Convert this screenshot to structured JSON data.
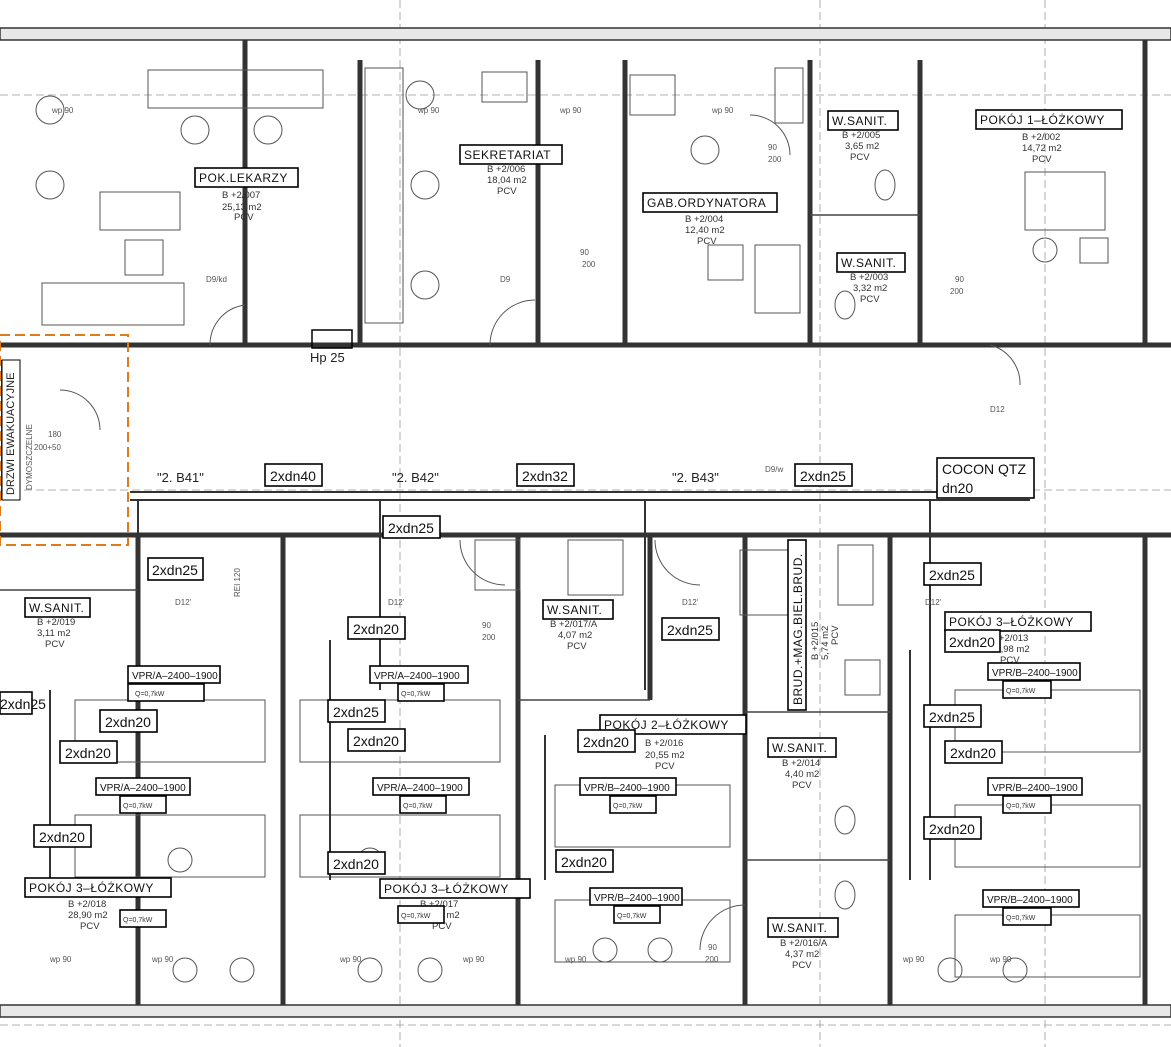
{
  "rooms": [
    {
      "id": "pok-lekarzy",
      "name": "POK.LEKARZY",
      "number": "B +2/007",
      "area": "25,13 m2",
      "floor": "PCV"
    },
    {
      "id": "sekretariat",
      "name": "SEKRETARIAT",
      "number": "B +2/006",
      "area": "18,04 m2",
      "floor": "PCV"
    },
    {
      "id": "gab-ordynatora",
      "name": "GAB.ORDYNATORA",
      "number": "B +2/004",
      "area": "12,40 m2",
      "floor": "PCV"
    },
    {
      "id": "w-sanit-005",
      "name": "W.SANIT.",
      "number": "B +2/005",
      "area": "3,65 m2",
      "floor": "PCV"
    },
    {
      "id": "pokoj-1",
      "name": "POKÓJ 1–ŁÓŻKOWY",
      "number": "B +2/002",
      "area": "14,72 m2",
      "floor": "PCV"
    },
    {
      "id": "w-sanit-003",
      "name": "W.SANIT.",
      "number": "B +2/003",
      "area": "3,32 m2",
      "floor": "PCV"
    },
    {
      "id": "w-sanit-019",
      "name": "W.SANIT.",
      "number": "B +2/019",
      "area": "3,11 m2",
      "floor": "PCV"
    },
    {
      "id": "w-sanit-017a",
      "name": "W.SANIT.",
      "number": "B +2/017/A",
      "area": "4,07 m2",
      "floor": "PCV"
    },
    {
      "id": "brud",
      "name": "BRUD.+MAG.BIEL.BRUD.",
      "number": "B +2/015",
      "area": "5,74 m2",
      "floor": "PCV"
    },
    {
      "id": "pokoj-3-right",
      "name": "POKÓJ 3–ŁÓŻKOWY",
      "number": "B +2/013",
      "area": "28,98 m2",
      "floor": "PCV"
    },
    {
      "id": "pokoj-2",
      "name": "POKÓJ 2–ŁÓŻKOWY",
      "number": "B +2/016",
      "area": "20,55 m2",
      "floor": "PCV"
    },
    {
      "id": "w-sanit-014",
      "name": "W.SANIT.",
      "number": "B +2/014",
      "area": "4,40 m2",
      "floor": "PCV"
    },
    {
      "id": "pokoj-3-left",
      "name": "POKÓJ 3–ŁÓŻKOWY",
      "number": "B +2/018",
      "area": "28,90 m2",
      "floor": "PCV"
    },
    {
      "id": "pokoj-mid",
      "name": "POKÓJ 3–ŁÓŻKOWY",
      "number": "B +2/017",
      "area": "26,37 m2",
      "floor": "PCV"
    },
    {
      "id": "w-sanit-016a",
      "name": "W.SANIT.",
      "number": "B +2/016/A",
      "area": "4,37 m2",
      "floor": "PCV"
    }
  ],
  "risers": [
    "\"2. B41\"",
    "\"2. B42\"",
    "\"2. B43\""
  ],
  "pipe_tags": [
    "2xdn40",
    "2xdn32",
    "2xdn25",
    "2xdn20"
  ],
  "cocon": {
    "line1": "COCON QTZ",
    "line2": "dn20"
  },
  "evac_door": {
    "line1": "DRZWI EWAKUACYJNE",
    "line2": "DYMOSZCZELNE",
    "dim": "180",
    "dim2": "200+50"
  },
  "radiators": {
    "a": "VPR/A–2400–1900",
    "b": "VPR/B–2400–1900",
    "q": "Q=0,7kW"
  },
  "misc": {
    "hp": "Hp 25",
    "rei": "REI 120",
    "wp": "wp 90",
    "door_w": "90",
    "door_h": "200",
    "door_d9": "D9",
    "door_d9kd": "D9/kd",
    "door_d12": "D12",
    "door_d12b": "D12'",
    "door_d9w": "D9/w"
  }
}
